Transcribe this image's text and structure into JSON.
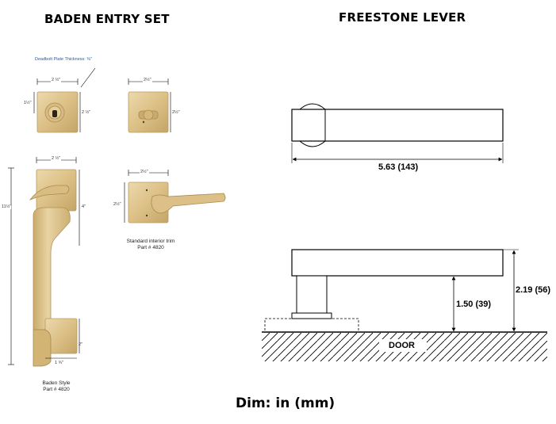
{
  "left_title": "BADEN ENTRY SET",
  "right_title": "FREESTONE LEVER",
  "footer": "Dim: in (mm)",
  "baden": {
    "deadbolt_note": "Deadbolt Plate Thickness: ⅜\"",
    "deadbolt_width": "2 ½\"",
    "deadbolt_height": "2 ½\"",
    "deadbolt_cyl": "1½\"",
    "rear_width": "2½\"",
    "rear_height": "2½\"",
    "handle_top_width": "2 ½\"",
    "handle_total_height": "11½\"",
    "handle_upper": "4\"",
    "handle_lower": "2\"",
    "handle_bottom_width": "1 ¾\"",
    "trim_width": "2½\"",
    "trim_height": "2½\"",
    "trim_caption_1": "Standard interior trim",
    "trim_caption_2": "Part # 4820",
    "style_caption_1": "Baden Style",
    "style_caption_2": "Part # 4820"
  },
  "freestone": {
    "length": "5.63 (143)",
    "projection": "1.50 (39)",
    "total_projection": "2.19 (56)",
    "door_label": "DOOR"
  },
  "colors": {
    "brass_light": "#e3cc9a",
    "brass_mid": "#d3b677",
    "brass_dark": "#b8995c",
    "line": "#000000"
  }
}
